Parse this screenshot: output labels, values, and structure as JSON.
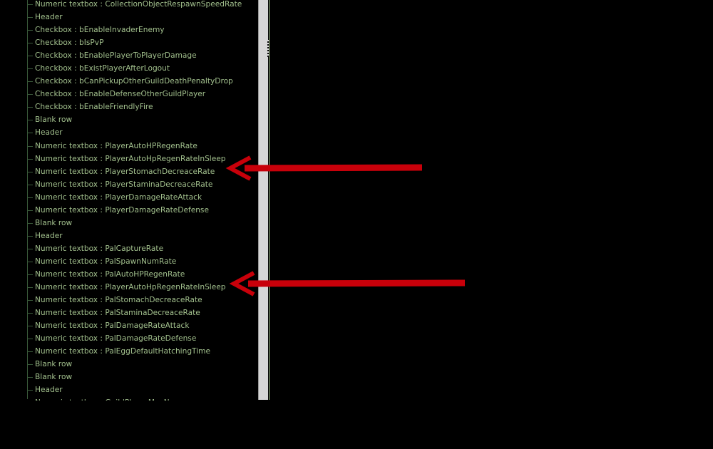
{
  "tree": {
    "rows": [
      "Numeric textbox : CollectionObjectRespawnSpeedRate",
      "Header",
      "Checkbox : bEnableInvaderEnemy",
      "Checkbox : bIsPvP",
      "Checkbox : bEnablePlayerToPlayerDamage",
      "Checkbox : bExistPlayerAfterLogout",
      "Checkbox : bCanPickupOtherGuildDeathPenaltyDrop",
      "Checkbox : bEnableDefenseOtherGuildPlayer",
      "Checkbox : bEnableFriendlyFire",
      "Blank row",
      "Header",
      "Numeric textbox : PlayerAutoHPRegenRate",
      "Numeric textbox : PlayerAutoHpRegenRateInSleep",
      "Numeric textbox : PlayerStomachDecreaceRate",
      "Numeric textbox : PlayerStaminaDecreaceRate",
      "Numeric textbox : PlayerDamageRateAttack",
      "Numeric textbox : PlayerDamageRateDefense",
      "Blank row",
      "Header",
      "Numeric textbox : PalCaptureRate",
      "Numeric textbox : PalSpawnNumRate",
      "Numeric textbox : PalAutoHPRegenRate",
      "Numeric textbox : PlayerAutoHpRegenRateInSleep",
      "Numeric textbox : PalStomachDecreaceRate",
      "Numeric textbox : PalStaminaDecreaceRate",
      "Numeric textbox : PalDamageRateAttack",
      "Numeric textbox : PalDamageRateDefense",
      "Numeric textbox : PalEggDefaultHatchingTime",
      "Blank row",
      "Blank row",
      "Header",
      "Numeric textbox : GuildPlayerMaxNum"
    ]
  },
  "annotations": {
    "arrow_color": "#c8000a",
    "arrows": [
      {
        "points_to_row": 13
      },
      {
        "points_to_row": 22
      }
    ]
  },
  "colors": {
    "background": "#000000",
    "row_text": "#a2c08d",
    "scrollbar": "#d6d6d6"
  }
}
